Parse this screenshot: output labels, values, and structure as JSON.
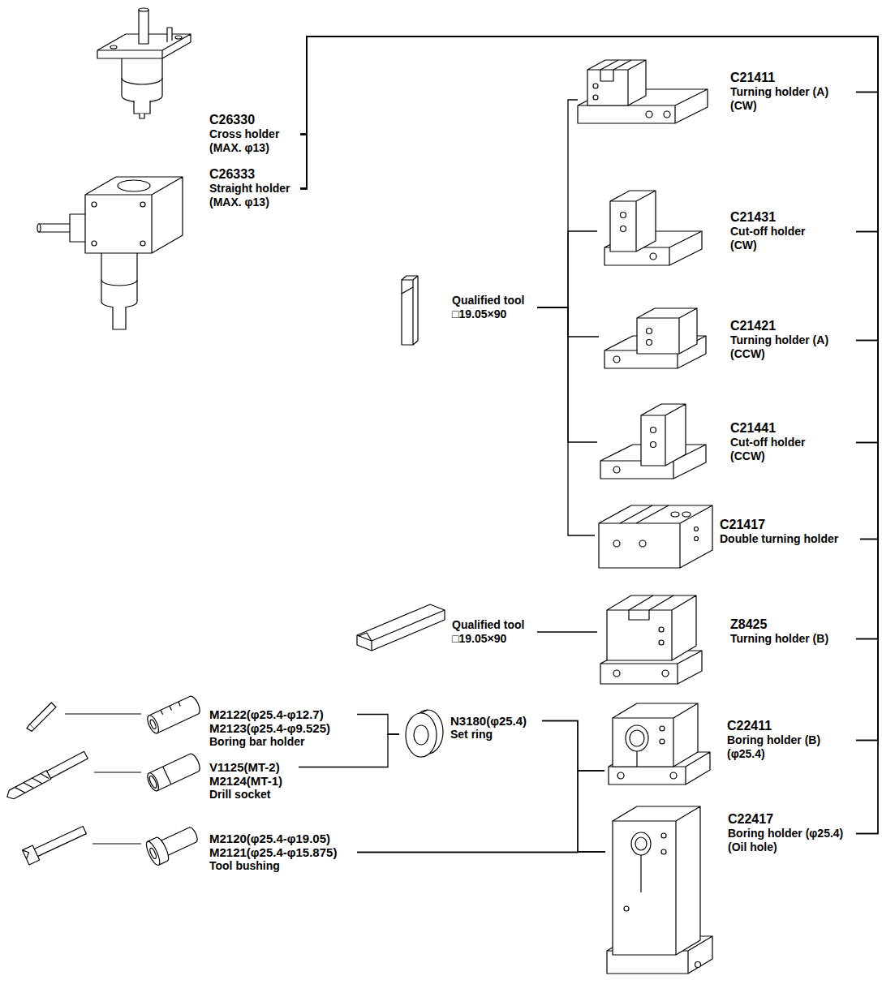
{
  "diagram": {
    "nodes": [
      {
        "text": [
          "C26330",
          "Cross holder",
          "(MAX. φ13)"
        ]
      },
      {
        "text": [
          "C26333",
          "Straight holder",
          "(MAX. φ13)"
        ]
      },
      {
        "text": [
          "C21411",
          "Turning holder (A)",
          "(CW)"
        ]
      },
      {
        "text": [
          "C21431",
          "Cut-off holder",
          "(CW)"
        ]
      },
      {
        "text": [
          "Qualified tool",
          "□19.05×90"
        ]
      },
      {
        "text": [
          "C21421",
          "Turning holder (A)",
          "(CCW)"
        ]
      },
      {
        "text": [
          "C21441",
          "Cut-off holder",
          "(CCW)"
        ]
      },
      {
        "text": [
          "C21417",
          "Double turning holder"
        ]
      },
      {
        "text": [
          "Qualified tool",
          "□19.05×90"
        ]
      },
      {
        "text": [
          "Z8425",
          "Turning holder (B)"
        ]
      },
      {
        "text": [
          "M2122(φ25.4-φ12.7)",
          "M2123(φ25.4-φ9.525)",
          "Boring bar holder"
        ]
      },
      {
        "text": [
          "N3180(φ25.4)",
          "Set ring"
        ]
      },
      {
        "text": [
          "C22411",
          "Boring holder (B)",
          "(φ25.4)"
        ]
      },
      {
        "text": [
          "V1125(MT-2)",
          "M2124(MT-1)",
          "Drill socket"
        ]
      },
      {
        "text": [
          "C22417",
          "Boring holder (φ25.4)",
          "(Oil hole)"
        ]
      },
      {
        "text": [
          "M2120(φ25.4-φ19.05)",
          "M2121(φ25.4-φ15.875)",
          "Tool bushing"
        ]
      }
    ],
    "edges": [
      {
        "from": 0,
        "to": 2,
        "arrow": "none"
      },
      {
        "from": 0,
        "to": 3,
        "arrow": "none"
      },
      {
        "from": 0,
        "to": 5,
        "arrow": "none"
      },
      {
        "from": 0,
        "to": 6,
        "arrow": "none"
      },
      {
        "from": 0,
        "to": 7,
        "arrow": "none"
      },
      {
        "from": 0,
        "to": 9,
        "arrow": "none"
      },
      {
        "from": 0,
        "to": 12,
        "arrow": "none"
      },
      {
        "from": 0,
        "to": 14,
        "arrow": "none"
      },
      {
        "from": 1,
        "to": 2,
        "arrow": "none"
      },
      {
        "from": 1,
        "to": 3,
        "arrow": "none"
      },
      {
        "from": 1,
        "to": 5,
        "arrow": "none"
      },
      {
        "from": 1,
        "to": 6,
        "arrow": "none"
      },
      {
        "from": 1,
        "to": 7,
        "arrow": "none"
      },
      {
        "from": 1,
        "to": 9,
        "arrow": "none"
      },
      {
        "from": 1,
        "to": 12,
        "arrow": "none"
      },
      {
        "from": 1,
        "to": 14,
        "arrow": "none"
      },
      {
        "from": 4,
        "to": 2,
        "arrow": "none"
      },
      {
        "from": 4,
        "to": 3,
        "arrow": "none"
      },
      {
        "from": 4,
        "to": 5,
        "arrow": "none"
      },
      {
        "from": 4,
        "to": 6,
        "arrow": "none"
      },
      {
        "from": 4,
        "to": 7,
        "arrow": "none"
      },
      {
        "from": 8,
        "to": 9,
        "arrow": "none"
      },
      {
        "from": 10,
        "to": 11,
        "arrow": "none"
      },
      {
        "from": 13,
        "to": 11,
        "arrow": "none"
      },
      {
        "from": 11,
        "to": 12,
        "arrow": "none"
      },
      {
        "from": 11,
        "to": 14,
        "arrow": "none"
      },
      {
        "from": 15,
        "to": 12,
        "arrow": "none"
      },
      {
        "from": 15,
        "to": 14,
        "arrow": "none"
      }
    ]
  }
}
